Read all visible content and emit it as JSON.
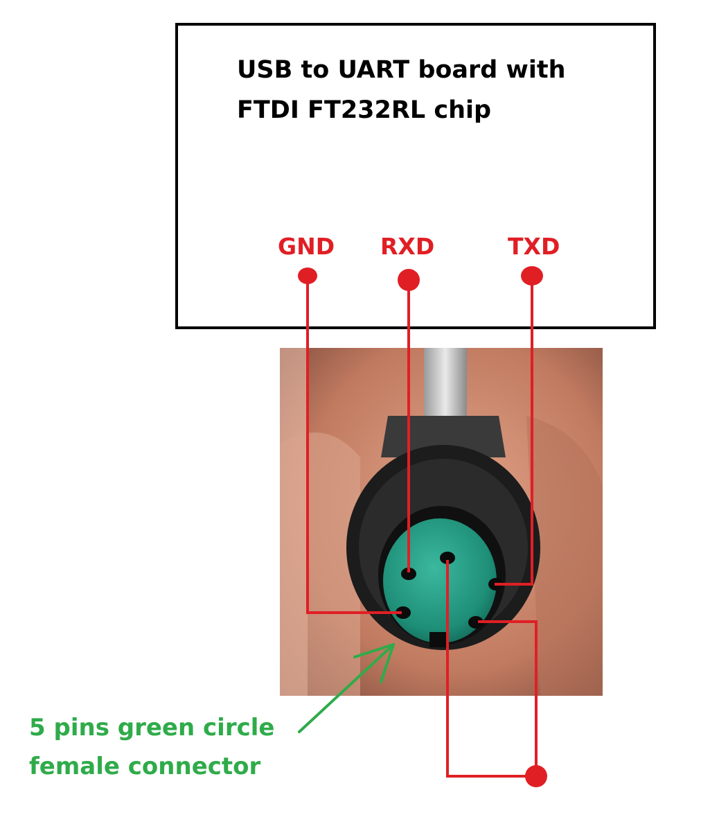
{
  "colors": {
    "wire": "#e01f25",
    "note": "#2fab4a",
    "box_border": "#000000"
  },
  "board": {
    "title_line1": "USB to UART board with",
    "title_line2": "FTDI FT232RL chip"
  },
  "pins": [
    {
      "label": "GND"
    },
    {
      "label": "RXD"
    },
    {
      "label": "TXD"
    }
  ],
  "note": {
    "line1": "5 pins green circle",
    "line2": "female connector"
  }
}
